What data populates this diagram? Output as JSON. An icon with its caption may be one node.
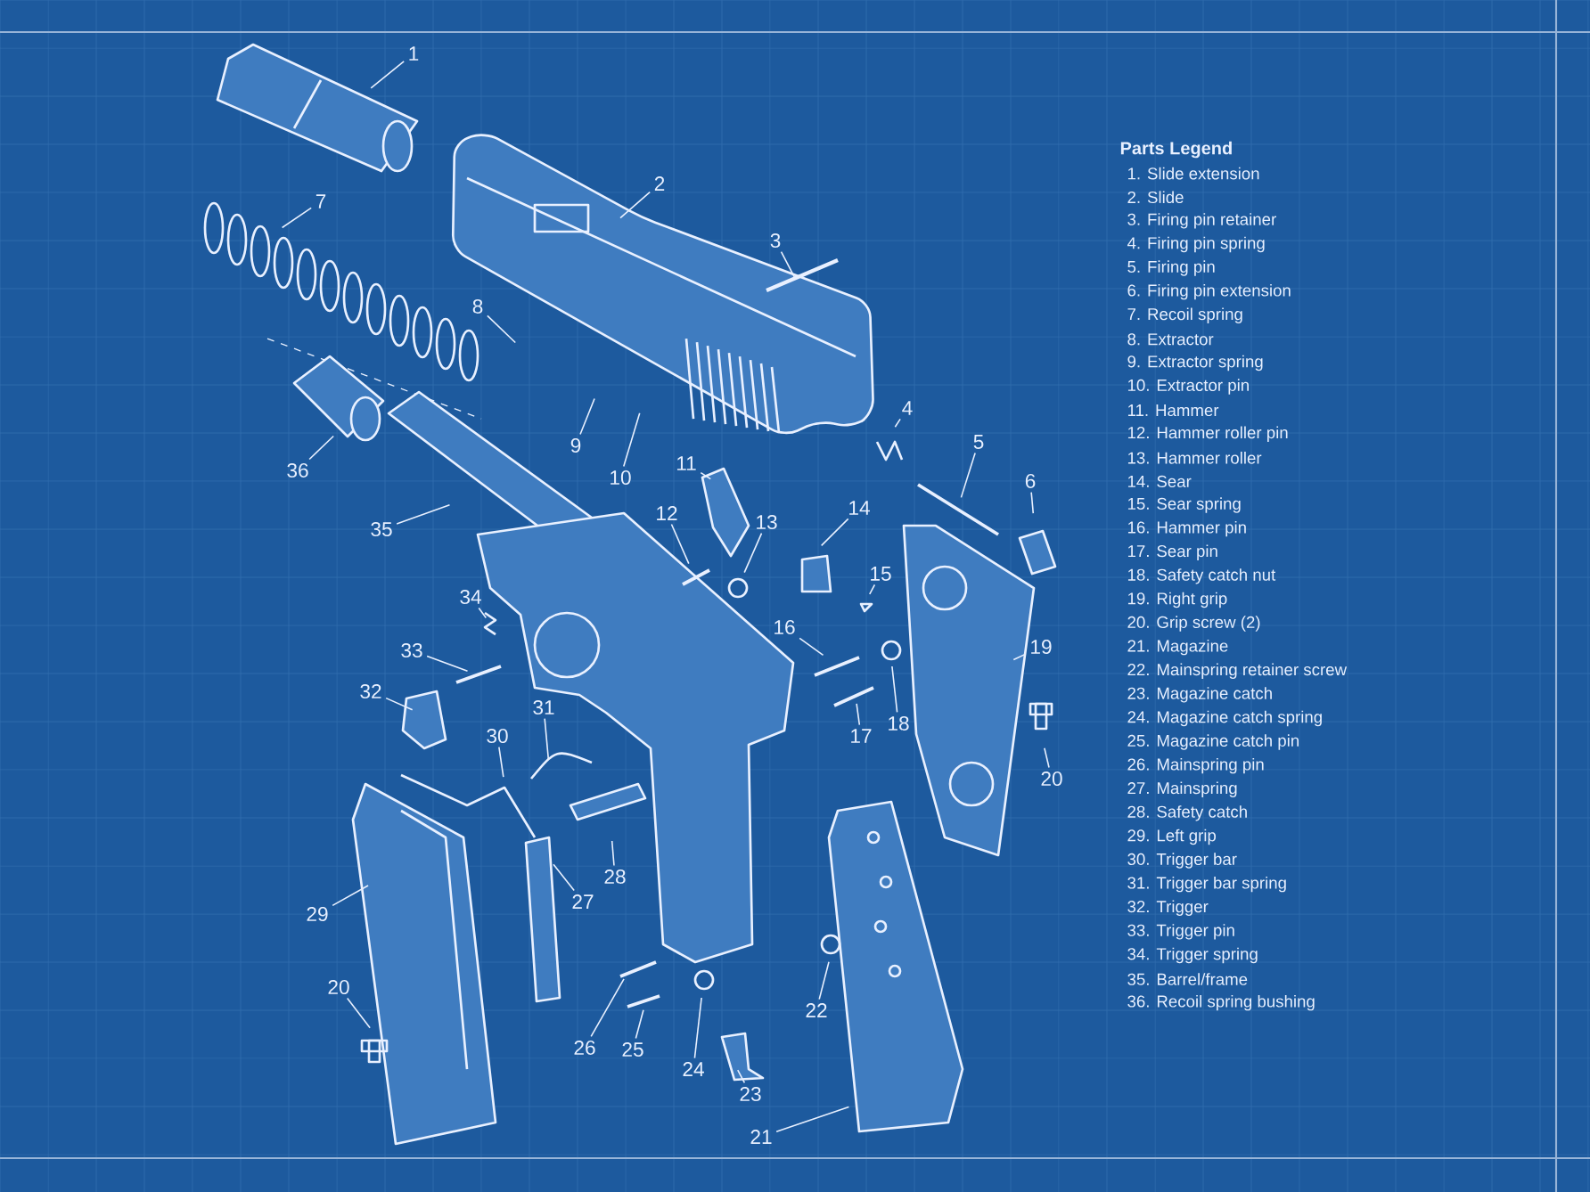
{
  "diagram": {
    "nodes": [
      {
        "text": [
          "1"
        ]
      },
      {
        "text": [
          "2"
        ]
      },
      {
        "text": [
          "3"
        ]
      },
      {
        "text": [
          "4"
        ]
      },
      {
        "text": [
          "5"
        ]
      },
      {
        "text": [
          "6"
        ]
      },
      {
        "text": [
          "7"
        ]
      },
      {
        "text": [
          "8"
        ]
      },
      {
        "text": [
          "9"
        ]
      },
      {
        "text": [
          "10"
        ]
      },
      {
        "text": [
          "11"
        ]
      },
      {
        "text": [
          "12"
        ]
      },
      {
        "text": [
          "13"
        ]
      },
      {
        "text": [
          "14"
        ]
      },
      {
        "text": [
          "15"
        ]
      },
      {
        "text": [
          "16"
        ]
      },
      {
        "text": [
          "17"
        ]
      },
      {
        "text": [
          "18"
        ]
      },
      {
        "text": [
          "19"
        ]
      },
      {
        "text": [
          "20"
        ]
      },
      {
        "text": [
          "21"
        ]
      },
      {
        "text": [
          "22"
        ]
      },
      {
        "text": [
          "23"
        ]
      },
      {
        "text": [
          "24"
        ]
      },
      {
        "text": [
          "25"
        ]
      },
      {
        "text": [
          "26"
        ]
      },
      {
        "text": [
          "27"
        ]
      },
      {
        "text": [
          "28"
        ]
      },
      {
        "text": [
          "29"
        ]
      },
      {
        "text": [
          "30"
        ]
      },
      {
        "text": [
          "31"
        ]
      },
      {
        "text": [
          "32"
        ]
      },
      {
        "text": [
          "33"
        ]
      },
      {
        "text": [
          "34"
        ]
      },
      {
        "text": [
          "35"
        ]
      },
      {
        "text": [
          "36"
        ]
      },
      {
        "text": [
          "20"
        ]
      }
    ],
    "edges": [
      {
        "from": 0,
        "to": null,
        "arrow": "none"
      },
      {
        "from": 1,
        "to": null,
        "arrow": "none"
      },
      {
        "from": 2,
        "to": null,
        "arrow": "none"
      },
      {
        "from": 3,
        "to": null,
        "arrow": "none"
      },
      {
        "from": 4,
        "to": null,
        "arrow": "none"
      },
      {
        "from": 5,
        "to": null,
        "arrow": "none"
      },
      {
        "from": 6,
        "to": null,
        "arrow": "none"
      },
      {
        "from": 7,
        "to": null,
        "arrow": "none"
      },
      {
        "from": 8,
        "to": null,
        "arrow": "none"
      },
      {
        "from": 9,
        "to": null,
        "arrow": "none"
      },
      {
        "from": 10,
        "to": null,
        "arrow": "none"
      },
      {
        "from": 11,
        "to": null,
        "arrow": "none"
      },
      {
        "from": 12,
        "to": null,
        "arrow": "none"
      },
      {
        "from": 13,
        "to": null,
        "arrow": "none"
      },
      {
        "from": 14,
        "to": null,
        "arrow": "none"
      },
      {
        "from": 15,
        "to": null,
        "arrow": "none"
      },
      {
        "from": 16,
        "to": null,
        "arrow": "none"
      },
      {
        "from": 17,
        "to": null,
        "arrow": "none"
      },
      {
        "from": 18,
        "to": null,
        "arrow": "none"
      },
      {
        "from": 19,
        "to": null,
        "arrow": "none"
      },
      {
        "from": 20,
        "to": null,
        "arrow": "none"
      },
      {
        "from": 21,
        "to": null,
        "arrow": "none"
      },
      {
        "from": 22,
        "to": null,
        "arrow": "none"
      },
      {
        "from": 23,
        "to": null,
        "arrow": "none"
      },
      {
        "from": 24,
        "to": null,
        "arrow": "none"
      },
      {
        "from": 25,
        "to": null,
        "arrow": "none"
      },
      {
        "from": 26,
        "to": null,
        "arrow": "none"
      },
      {
        "from": 27,
        "to": null,
        "arrow": "none"
      },
      {
        "from": 28,
        "to": null,
        "arrow": "none"
      },
      {
        "from": 29,
        "to": null,
        "arrow": "none"
      },
      {
        "from": 30,
        "to": null,
        "arrow": "none"
      },
      {
        "from": 31,
        "to": null,
        "arrow": "none"
      },
      {
        "from": 32,
        "to": null,
        "arrow": "none"
      },
      {
        "from": 33,
        "to": null,
        "arrow": "none"
      },
      {
        "from": 34,
        "to": null,
        "arrow": "none"
      },
      {
        "from": 35,
        "to": null,
        "arrow": "none"
      },
      {
        "from": 36,
        "to": null,
        "arrow": "none"
      }
    ],
    "labels": [
      "Parts Legend",
      "1. Slide extension",
      "2. Slide",
      "3. Firing pin retainer",
      "4. Firing pin spring",
      "5. Firing pin",
      "6. Firing pin extension",
      "7. Recoil spring",
      "8. Extractor",
      "9. Extractor spring",
      "10. Extractor pin",
      "11. Hammer",
      "12. Hammer roller pin",
      "13. Hammer roller",
      "14. Sear",
      "15. Sear spring",
      "16. Hammer pin",
      "17. Sear pin",
      "18. Safety catch nut",
      "19. Right grip",
      "20. Grip screw (2)",
      "21. Magazine",
      "22. Mainspring retainer screw",
      "23. Magazine catch",
      "24. Magazine catch spring",
      "25. Magazine catch pin",
      "26. Mainspring pin",
      "27. Mainspring",
      "28. Safety catch",
      "29. Left grip",
      "30. Trigger bar",
      "31. Trigger bar spring",
      "32. Trigger",
      "33. Trigger pin",
      "34. Trigger spring",
      "35. Barrel/frame",
      "36. Recoil spring bushing"
    ]
  }
}
